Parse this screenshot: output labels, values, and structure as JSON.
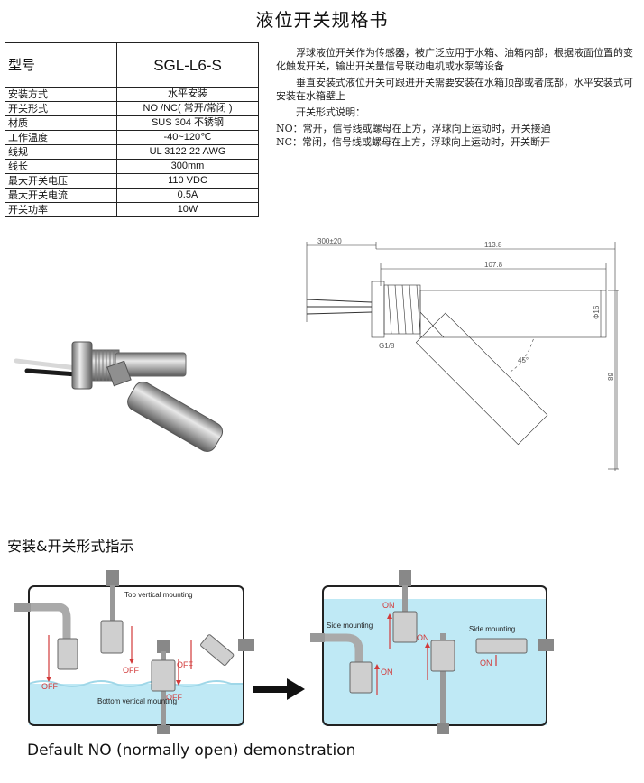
{
  "title": "液位开关规格书",
  "spec_table": {
    "model_key": "型号",
    "model_value": "SGL-L6-S",
    "rows": [
      {
        "key": "安装方式",
        "value": "水平安装"
      },
      {
        "key": "开关形式",
        "value": "NO /NC( 常开/常闭 )"
      },
      {
        "key": "材质",
        "value": "SUS 304 不锈钢"
      },
      {
        "key": "工作温度",
        "value": "-40~120℃"
      },
      {
        "key": "线规",
        "value": "UL 3122 22 AWG"
      },
      {
        "key": "线长",
        "value": "300mm"
      },
      {
        "key": "最大开关电压",
        "value": "110 VDC"
      },
      {
        "key": "最大开关电流",
        "value": "0.5A"
      },
      {
        "key": "开关功率",
        "value": "10W"
      }
    ]
  },
  "description": {
    "para1": "浮球液位开关作为传感器，被广泛应用于水箱、油箱内部，根据液面位置的变化触发开关，输出开关量信号联动电机或水泵等设备",
    "para2": "垂直安装式液位开关可跟进开关需要安装在水箱顶部或者底部，水平安装式可安装在水箱壁上",
    "forms_title": "开关形式说明：",
    "no_line": "NO：常开，信号线或螺母在上方，浮球向上运动时，开关接通",
    "nc_line": "NC：常闭，信号线或螺母在上方，浮球向上运动时，开关断开"
  },
  "drawing": {
    "dim_cable": "300±20",
    "dim_total": "113.8",
    "dim_inner": "107.8",
    "dim_dia": "Φ16",
    "dim_thread": "G1/8",
    "dim_angle": "45°",
    "dim_height": "89"
  },
  "install_section": {
    "heading": "安装&开关形式指示",
    "left_labels": {
      "top_vertical": "Top vertical mounting",
      "bottom_vertical": "Bottom vertical mounting",
      "off_1": "OFF",
      "off_2": "OFF",
      "off_3": "OFF",
      "off_4": "OFF"
    },
    "right_labels": {
      "side_left": "Side mounting",
      "side_right": "Side mounting",
      "on_1": "ON",
      "on_2": "ON",
      "on_3": "ON",
      "on_4": "ON"
    },
    "caption": "Default NO (normally open) demonstration"
  },
  "colors": {
    "water": "#bfe9f5",
    "arrow_red": "#d23a3a",
    "steel": "#9a9a9a"
  }
}
